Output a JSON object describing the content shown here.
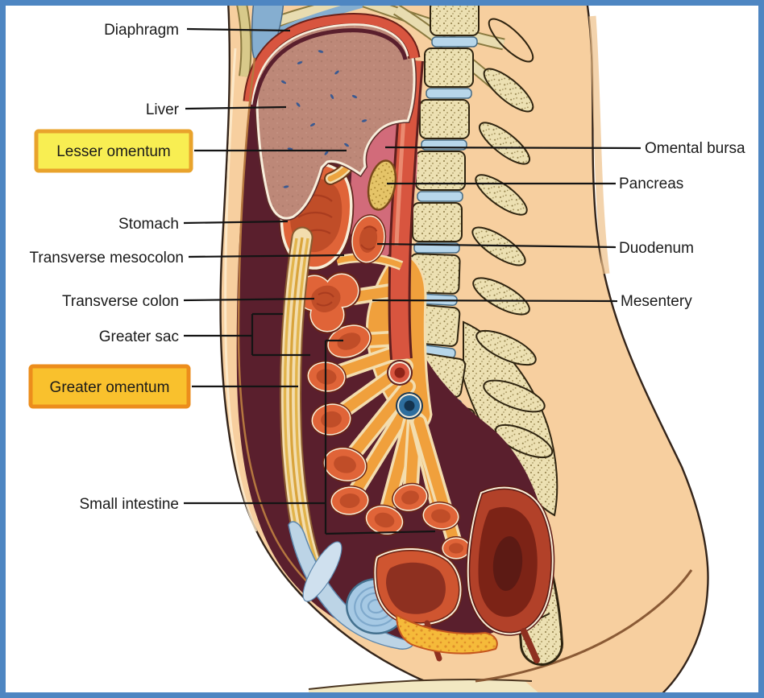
{
  "figure": {
    "type": "anatomy-diagram",
    "subject": "sagittal-section-of-abdomen-peritoneum",
    "frame_border_color": "#4e86c2",
    "background_color": "#ffffff"
  },
  "labels": {
    "diaphragm": "Diaphragm",
    "liver": "Liver",
    "lesser_omentum": "Lesser omentum",
    "stomach": "Stomach",
    "transverse_mesocolon": "Transverse mesocolon",
    "transverse_colon": "Transverse colon",
    "greater_sac": "Greater sac",
    "greater_omentum": "Greater omentum",
    "small_intestine": "Small intestine",
    "omental_bursa": "Omental bursa",
    "pancreas": "Pancreas",
    "duodenum": "Duodenum",
    "mesentery": "Mesentery"
  },
  "highlights": {
    "lesser_omentum": {
      "fill": "#f8ee52",
      "border": "#e9a32c"
    },
    "greater_omentum": {
      "fill": "#f9c12d",
      "border": "#ec8d1c"
    }
  },
  "palette": {
    "skin": "#f7cf9f",
    "peritoneal_cavity_maroon": "#5a1f2d",
    "organ_orange": "#e06438",
    "organ_inner_red": "#c04d28",
    "mesentery_orange": "#f0a03c",
    "bone_cream": "#ece0b2",
    "disc_blue": "#b7d6ea",
    "liver_brown": "#bd8878",
    "omental_bursa_pink": "#d26b7a",
    "aorta_red": "#d8553f",
    "vein_blue": "#2e6e9e",
    "bladder_blue": "#a6c9e4",
    "leader_line": "#141414",
    "label_text": "#1a1a1a"
  },
  "structures": [
    "torso-silhouette",
    "rib-bands",
    "costal-cartilage",
    "vertebral-column",
    "intervertebral-discs",
    "spinous-processes",
    "sacrum",
    "diaphragm-band",
    "liver-body",
    "lesser-omentum-band",
    "omental-bursa-space",
    "pancreas-gland",
    "stomach-section",
    "duodenum-section",
    "transverse-colon-section",
    "transverse-mesocolon-strip",
    "mesentery-fan",
    "small-intestine-loops",
    "greater-omentum-apron",
    "greater-sac-space",
    "abdominal-aorta",
    "inferior-vena-cava",
    "urinary-bladder",
    "pelvic-organ",
    "rectum",
    "pelvic-fat-pad",
    "pubic-region",
    "thigh-band"
  ]
}
